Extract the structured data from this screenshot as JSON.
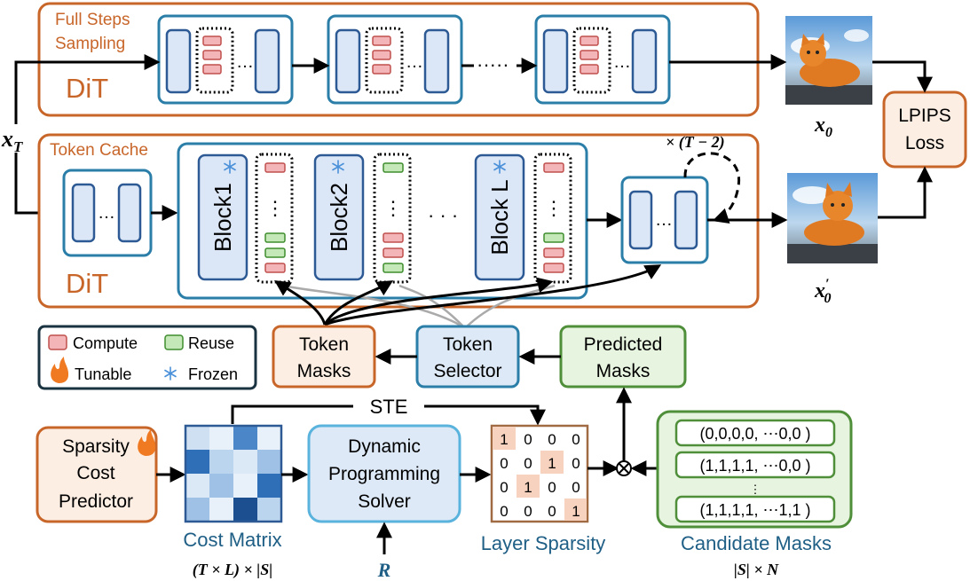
{
  "top_panel": {
    "title_line1": "Full Steps",
    "title_line2": "Sampling",
    "model": "DiT"
  },
  "bottom_panel": {
    "title": "Token Cache",
    "model": "DiT",
    "blocks": [
      "Block1",
      "Block2",
      "Block L"
    ],
    "repeat": "× (T − 2)"
  },
  "inputs": {
    "x_T": "x_T"
  },
  "outputs": {
    "x0": "x_0",
    "x0_prime": "x'_0"
  },
  "lpips": {
    "line1": "LPIPS",
    "line2": "Loss"
  },
  "legend": {
    "compute": "Compute",
    "reuse": "Reuse",
    "tunable": "Tunable",
    "frozen": "Frozen"
  },
  "token_masks": {
    "line1": "Token",
    "line2": "Masks"
  },
  "token_selector": {
    "line1": "Token",
    "line2": "Selector"
  },
  "predicted_masks": {
    "line1": "Predicted",
    "line2": "Masks"
  },
  "sparsity_predictor": {
    "line1": "Sparsity",
    "line2": "Cost",
    "line3": "Predictor"
  },
  "cost_matrix": {
    "label": "Cost Matrix",
    "dims": "(T × L) × |S|"
  },
  "dp_solver": {
    "line1": "Dynamic",
    "line2": "Programming",
    "line3": "Solver",
    "input": "R"
  },
  "ste": "STE",
  "layer_sparsity": {
    "label": "Layer Sparsity",
    "matrix": [
      [
        "1",
        "0",
        "0",
        "0"
      ],
      [
        "0",
        "0",
        "1",
        "0"
      ],
      [
        "0",
        "1",
        "0",
        "0"
      ],
      [
        "0",
        "0",
        "0",
        "1"
      ]
    ]
  },
  "candidate_masks": {
    "label": "Candidate Masks",
    "dims": "|S| × N",
    "rows": [
      "(0,0,0,0,  ⋯0,0 )",
      "(1,1,1,1,  ⋯0,0 )",
      "(1,1,1,1,  ⋯1,1 )"
    ],
    "vdots": "⋮"
  },
  "colors": {
    "orange": "#c8662a",
    "blue": "#2a7ea8",
    "green": "#4f8f3a",
    "compute": "#f3b5b8",
    "reuse": "#c5e8b8",
    "block_fill": "#dbe7f7",
    "block_stroke": "#2d5a94",
    "text_blue": "#1f5f86"
  },
  "icons": {
    "flame": "flame-icon",
    "snowflake": "snowflake-icon",
    "otimes": "otimes-icon"
  }
}
